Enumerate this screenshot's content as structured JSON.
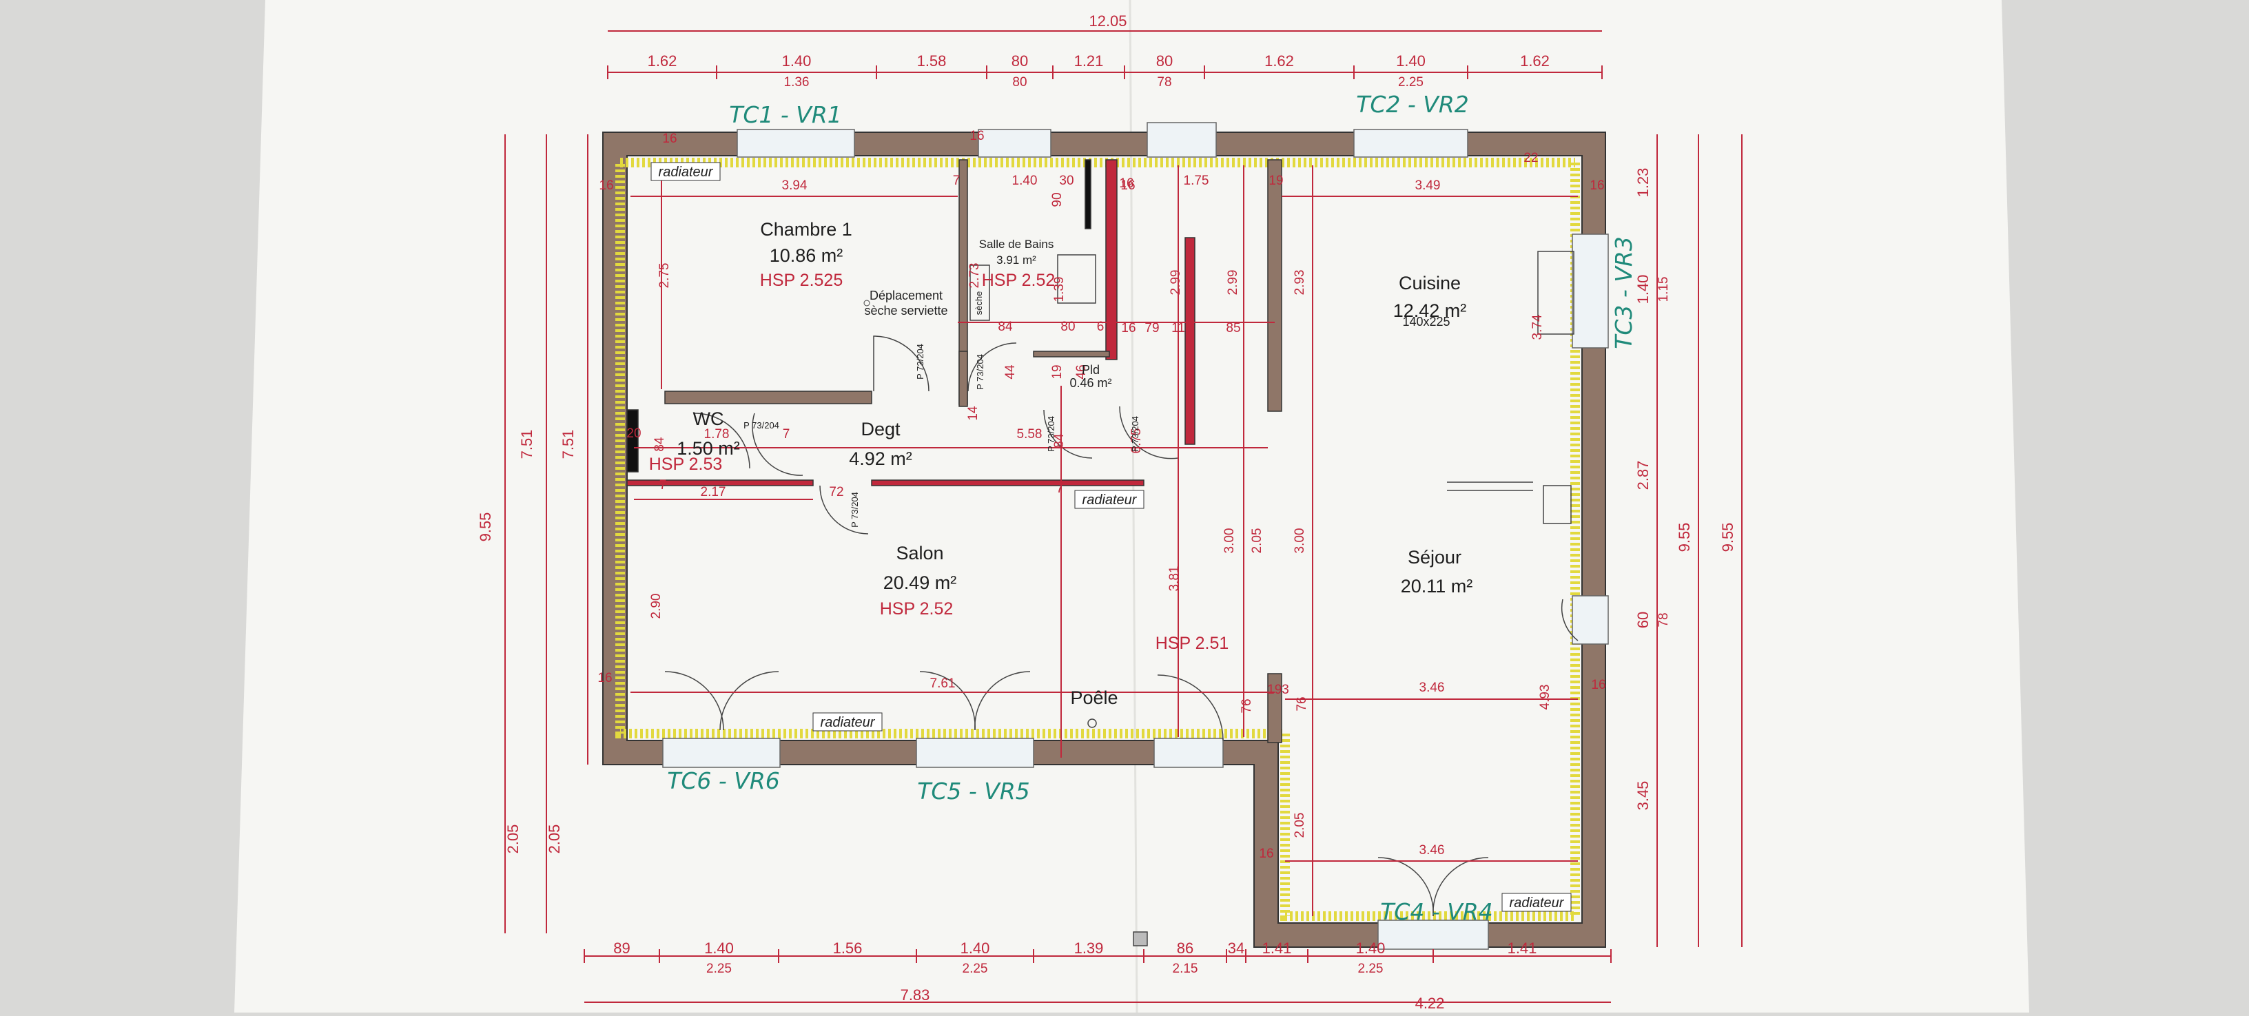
{
  "plan": {
    "top_total": "12.05",
    "top_dims": [
      {
        "v": "1.62"
      },
      {
        "v": "1.40",
        "s": "1.36"
      },
      {
        "v": "1.58"
      },
      {
        "v": "80",
        "s": "80"
      },
      {
        "v": "1.21"
      },
      {
        "v": "80",
        "s": "78"
      },
      {
        "v": "1.62"
      },
      {
        "v": "1.40",
        "s": "2.25"
      },
      {
        "v": "1.62"
      }
    ],
    "bottom_dims": [
      {
        "v": "89"
      },
      {
        "v": "1.40",
        "s": "2.25"
      },
      {
        "v": "1.56"
      },
      {
        "v": "1.40",
        "s": "2.25"
      },
      {
        "v": "1.39"
      },
      {
        "v": "86",
        "s": "2.15"
      },
      {
        "v": "34"
      },
      {
        "v": "1.41"
      },
      {
        "v": "1.40",
        "s": "2.25"
      },
      {
        "v": "1.41"
      }
    ],
    "bottom_totals": [
      "7.83",
      "4.22"
    ],
    "left_dims": [
      "9.55",
      "7.51",
      "7.51",
      "2.75",
      "2.90",
      "2.05",
      "2.05"
    ],
    "right_dims": [
      "1.23",
      "1.40",
      "1.15",
      "3.74",
      "2.87",
      "60",
      "78",
      "3.45",
      "9.55",
      "9.55"
    ],
    "rooms": [
      {
        "name": "Chambre 1",
        "area": "10.86 m²",
        "hsp": "HSP 2.525"
      },
      {
        "name": "Salle de Bains",
        "area": "3.91 m²",
        "hsp": "HSP 2.52"
      },
      {
        "name": "Cuisine",
        "area": "12.42 m²"
      },
      {
        "name": "WC",
        "area": "1.50 m²",
        "hsp": "HSP 2.53"
      },
      {
        "name": "Degt",
        "area": "4.92 m²"
      },
      {
        "name": "Pld",
        "area": "0.46 m²"
      },
      {
        "name": "Salon",
        "area": "20.49 m²",
        "hsp": "HSP 2.52"
      },
      {
        "name": "Séjour",
        "area": "20.11 m²"
      }
    ],
    "hsp_sejour": "HSP 2.51",
    "poele": "Poêle",
    "radiateur": "radiateur",
    "deplacement": [
      "Déplacement",
      "sèche serviette"
    ],
    "seche": "sèche",
    "door_labels": [
      "P 73/204",
      "P 73/204",
      "P 73/204",
      "P 73/204",
      "P 73/204",
      "P 73/204"
    ],
    "window_size": "140x225",
    "handwritten": [
      "TC1 - VR1",
      "TC2 - VR2",
      "TC3 - VR3",
      "TC4 - VR4",
      "TC5 - VR5",
      "TC6 - VR6"
    ],
    "interior_dims": [
      "3.94",
      "7",
      "1.40",
      "30",
      "90",
      "16",
      "1.75",
      "19",
      "3.49",
      "2.73",
      "1.39",
      "84",
      "80",
      "6",
      "16",
      "79",
      "11",
      "85",
      "2.99",
      "2.99",
      "2.93",
      "44",
      "19",
      "46",
      "14",
      "1.78",
      "7",
      "5.58",
      "84",
      "6.75",
      "20",
      "84",
      "7",
      "2.17",
      "72",
      "7",
      "3.81",
      "3.00",
      "2.05",
      "3.00",
      "7.61",
      "3.46",
      "3.46",
      "4.93",
      "193",
      "76",
      "76",
      "2.05",
      "16",
      "16",
      "16",
      "16",
      "16",
      "16",
      "16",
      "16",
      "22"
    ]
  }
}
